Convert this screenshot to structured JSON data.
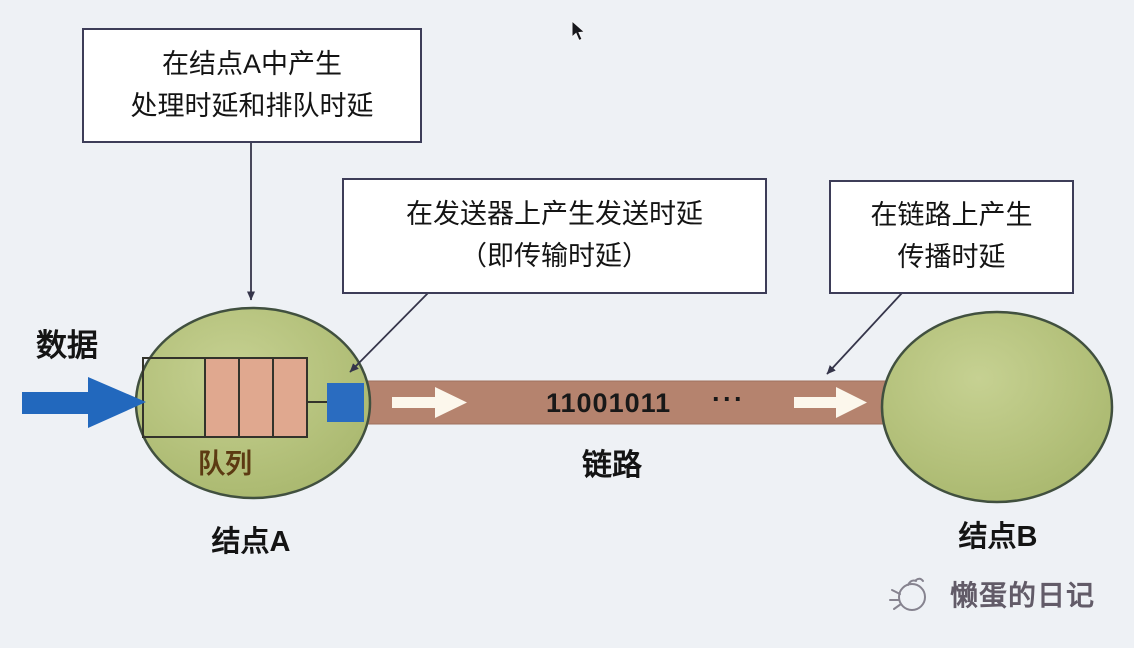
{
  "callouts": {
    "node_a_delay": {
      "line1": "在结点A中产生",
      "line2": "处理时延和排队时延"
    },
    "transmission_delay": {
      "line1": "在发送器上产生发送时延",
      "line2": "（即传输时延）"
    },
    "propagation_delay": {
      "line1": "在链路上产生",
      "line2": "传播时延"
    }
  },
  "labels": {
    "data": "数据",
    "queue": "队列",
    "node_a": "结点A",
    "node_b": "结点B",
    "link": "链路",
    "bits": "11001011",
    "ellipsis": "···"
  },
  "watermark": {
    "text": "懒蛋的日记"
  },
  "icons": [
    "egg-doodle-icon",
    "mouse-cursor-icon",
    "data-flow-arrow",
    "link-flow-arrow"
  ],
  "colors": {
    "background": "#eef1f5",
    "node_fill": "#b6c37e",
    "node_stroke": "#41503f",
    "link_bar": "#b5836e",
    "link_bar_edge": "#a0715d",
    "queue_cell": "#e0a88f",
    "outline_dark": "#33332b",
    "transmitter_blue": "#2a6cc0",
    "data_arrow_blue": "#2268bd",
    "white_arrow": "#fcf7ec",
    "callout_border": "#3d3d58",
    "connector": "#35354a",
    "queue_label": "#5c3a12",
    "watermark_text": "#4a4250"
  }
}
